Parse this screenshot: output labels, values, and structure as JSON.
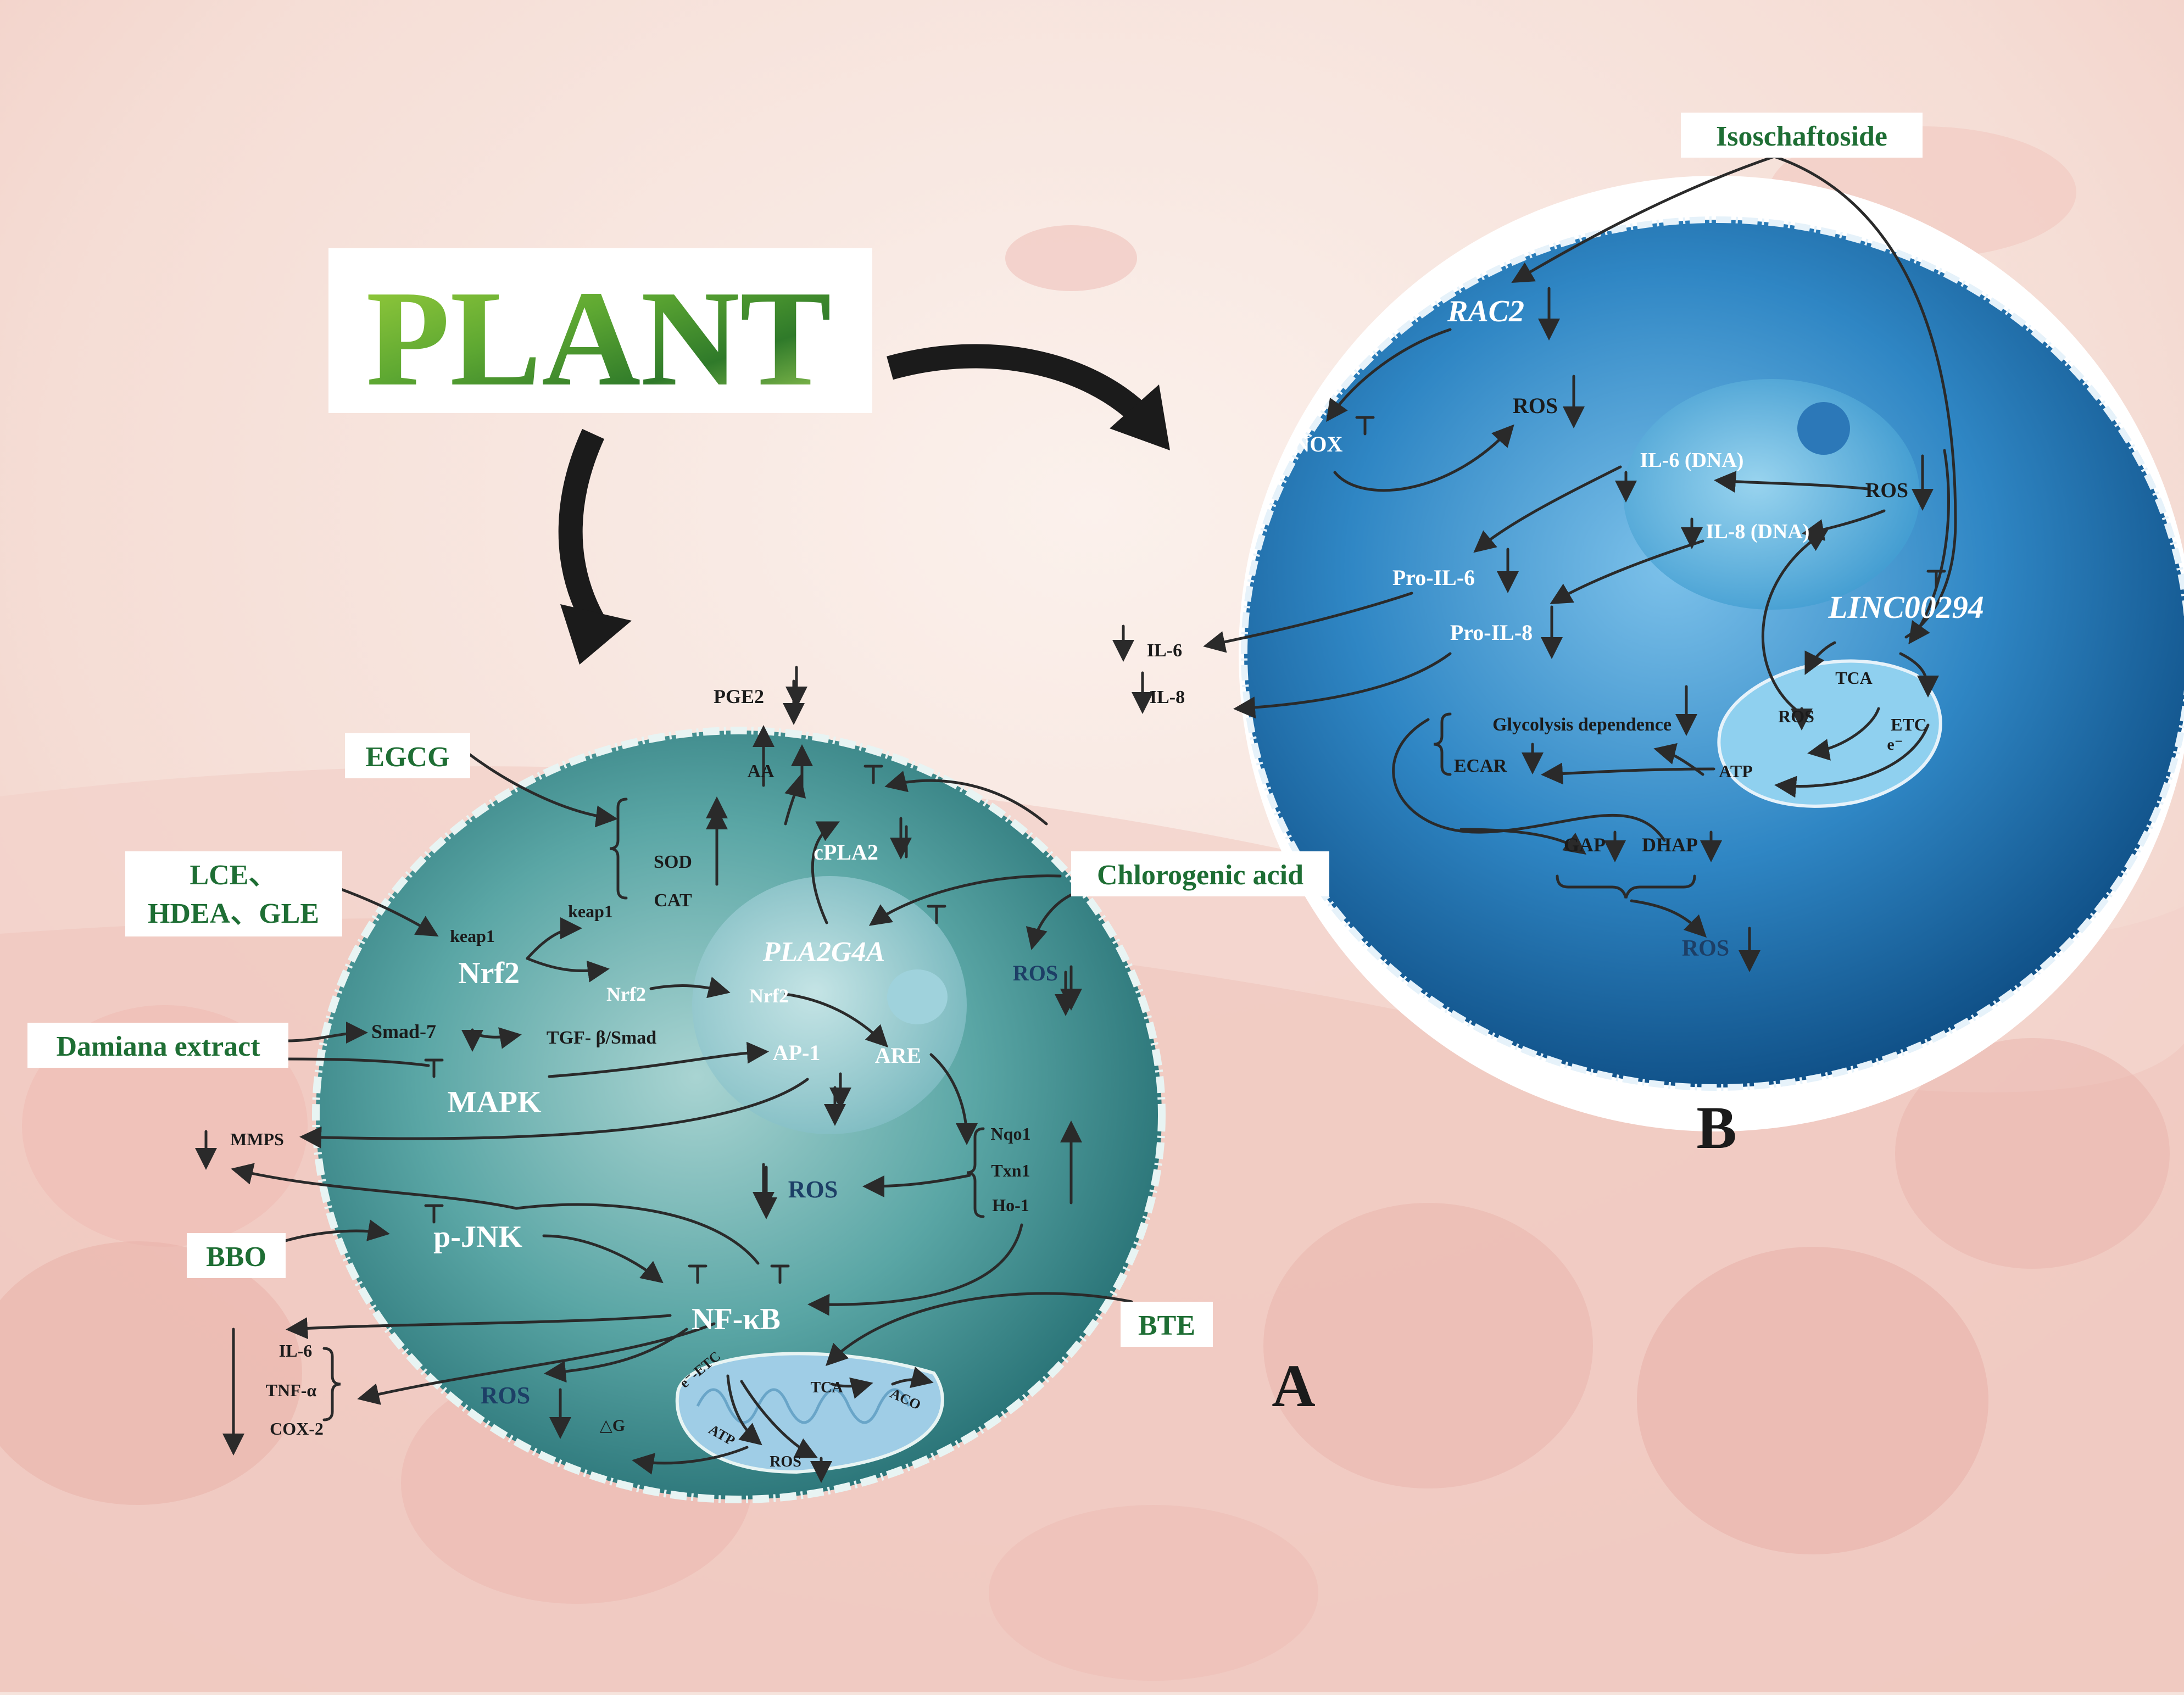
{
  "title": "PLANT",
  "panels": {
    "a": "A",
    "b": "B"
  },
  "colors": {
    "cell_a": "#3d8f8f",
    "cell_b": "#2f86c4",
    "compound_text": "#1e6e34",
    "background": "#f6e4dd"
  },
  "panel_a": {
    "compounds": {
      "egcg": "EGCG",
      "lce_line1": "LCE、",
      "lce_line2": "HDEA、GLE",
      "damiana": "Damiana extract",
      "bbo": "BBO",
      "chlorogenic": "Chlorogenic acid",
      "bte": "BTE"
    },
    "labels": {
      "pge2": "PGE2",
      "aa": "AA",
      "cpla2": "cPLA2",
      "sod": "SOD",
      "cat": "CAT",
      "keap1_a": "keap1",
      "keap1_b": "keap1",
      "nrf2_main": "Nrf2",
      "nrf2_b": "Nrf2",
      "nrf2_c": "Nrf2",
      "pla2g4a": "PLA2G4A",
      "ros_1": "ROS",
      "smad7": "Smad-7",
      "tgf": "TGF- β/Smad",
      "ap1": "AP-1",
      "are": "ARE",
      "mapk": "MAPK",
      "mmps": "MMPS",
      "nqo1": "Nqo1",
      "txn1": "Txn1",
      "ho1": "Ho-1",
      "ros_2": "ROS",
      "pjnk": "p-JNK",
      "nfkb": "NF-κB",
      "il6": "IL-6",
      "tnfa": "TNF-α",
      "cox2": "COX-2",
      "ros_3": "ROS",
      "dg": "△G",
      "etc": "e⁻-ETC",
      "tca": "TCA",
      "aco": "ACO",
      "atp": "ATP",
      "ros_4": "ROS"
    }
  },
  "panel_b": {
    "compounds": {
      "isoschaftoside": "Isoschaftoside"
    },
    "labels": {
      "rac2": "RAC2",
      "ros_1": "ROS",
      "nox": "NOX",
      "il6_dna": "IL-6 (DNA)",
      "ros_2": "ROS",
      "il8_dna": "IL-8 (DNA)",
      "pro_il6": "Pro-IL-6",
      "pro_il8": "Pro-IL-8",
      "linc": "LINC00294",
      "il6": "IL-6",
      "il8": "IL-8",
      "tca": "TCA",
      "ros_3": "ROS",
      "etc": "ETC",
      "e": "e⁻",
      "glycolysis": "Glycolysis dependence",
      "ecar": "ECAR",
      "atp": "ATP",
      "gap": "GAP",
      "dhap": "DHAP",
      "ros_4": "ROS"
    }
  }
}
